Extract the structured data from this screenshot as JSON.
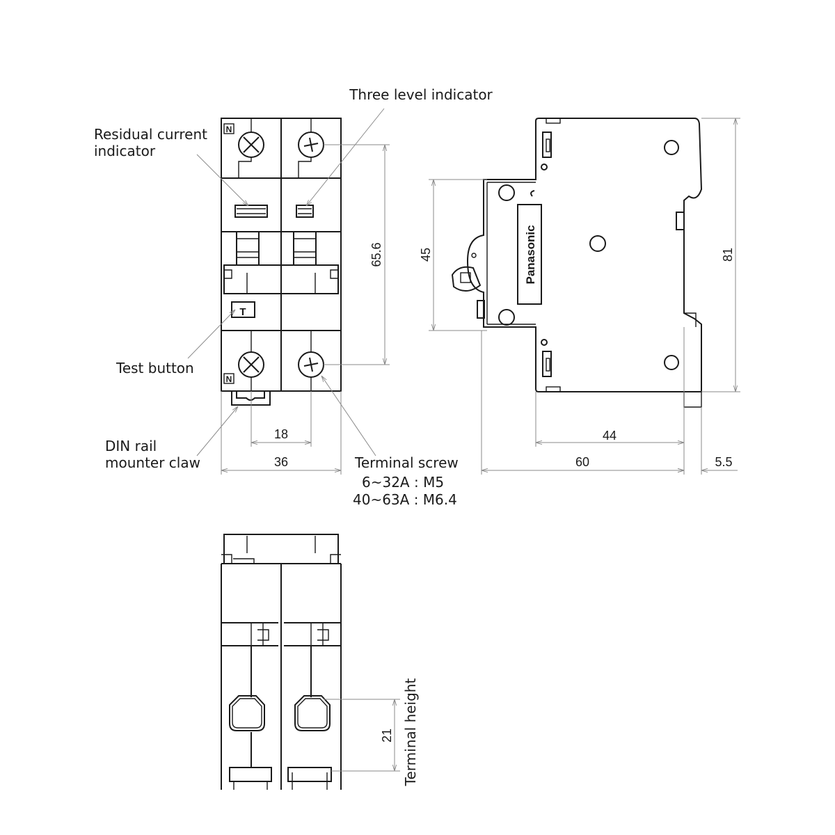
{
  "labels": {
    "three_level_indicator": "Three level indicator",
    "residual_current_line1": "Residual current",
    "residual_current_line2": "indicator",
    "test_button": "Test button",
    "din_rail_line1": "DIN rail",
    "din_rail_line2": "mounter claw",
    "terminal_screw": "Terminal screw",
    "terminal_screw_spec1": "6~32A : M5",
    "terminal_screw_spec2": "40~63A : M6.4",
    "terminal_height": "Terminal height"
  },
  "dimensions": {
    "pole_width": "18",
    "total_width": "36",
    "screw_spacing": "65.6",
    "front_height": "45",
    "total_height": "81",
    "body_depth": "44",
    "total_depth": "60",
    "rail_offset": "5.5",
    "terminal_height": "21"
  },
  "marks": {
    "neutral": "N",
    "test": "T",
    "brand": "Panasonic"
  }
}
